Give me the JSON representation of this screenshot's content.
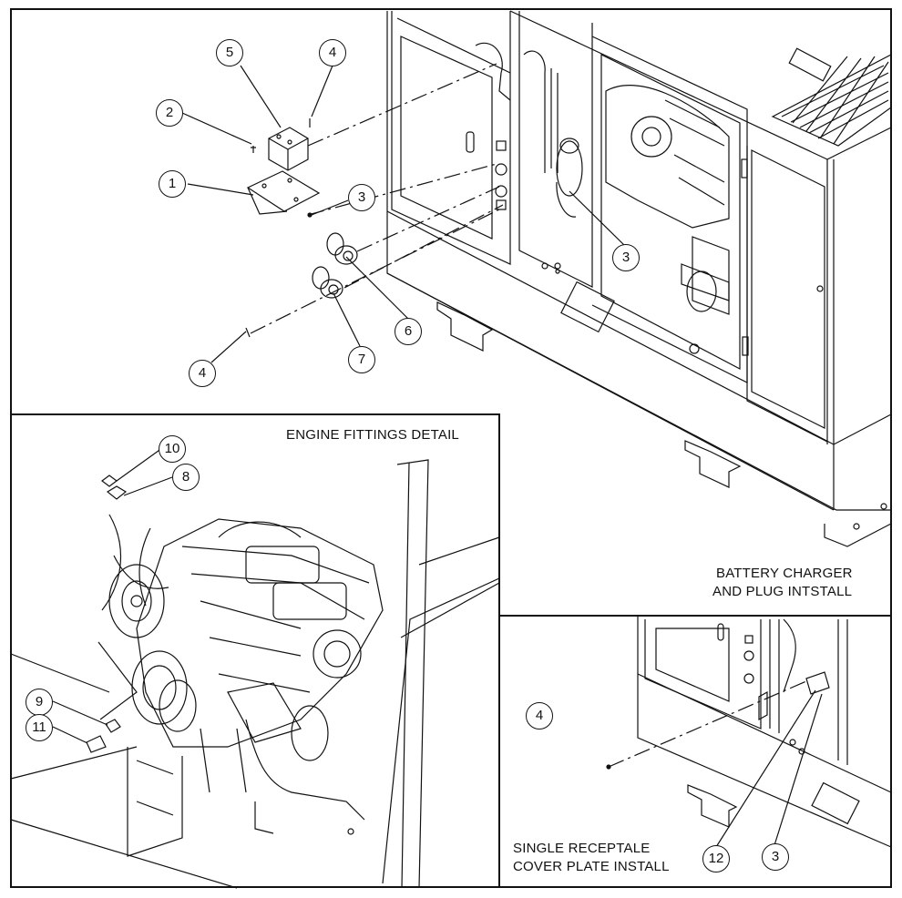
{
  "sections": {
    "engine_detail_title": "ENGINE FITTINGS DETAIL",
    "charger_title_line1": "BATTERY CHARGER",
    "charger_title_line2": "AND PLUG INTSTALL",
    "receptacle_title_line1": "SINGLE RECEPTALE",
    "receptacle_title_line2": "COVER PLATE INSTALL"
  },
  "callouts": {
    "top": [
      "5",
      "4",
      "2",
      "1",
      "3",
      "6",
      "7",
      "4",
      "3"
    ],
    "engine": [
      "10",
      "8",
      "9",
      "11"
    ],
    "receptacle": [
      "4",
      "12",
      "3"
    ]
  },
  "colors": {
    "ink": "#111111",
    "background": "#ffffff"
  }
}
